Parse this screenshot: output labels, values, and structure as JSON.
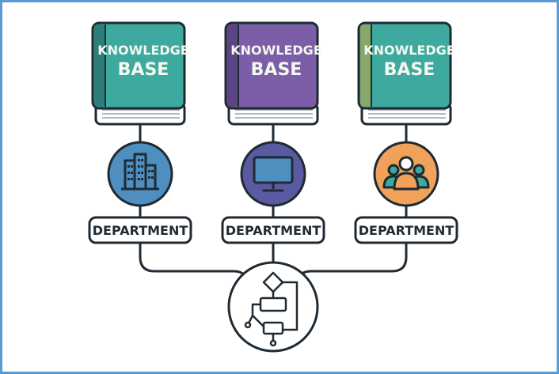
{
  "colors": {
    "border": "#5b9bd5",
    "ink": "#1f2a33",
    "teal": "#3ea99f",
    "purple": "#7b5ea7",
    "blue": "#4f8fc0",
    "indigo": "#5a5aa0",
    "orange": "#f0a25a"
  },
  "books": [
    {
      "line1": "KNOWLEDGE",
      "line2": "BASE",
      "color": "#3ea99f",
      "spine": "#2c7f78"
    },
    {
      "line1": "KNOWLEDGE",
      "line2": "BASE",
      "color": "#7b5ea7",
      "spine": "#5d4585"
    },
    {
      "line1": "KNOWLEDGE",
      "line2": "BASE",
      "color": "#3ea99f",
      "spine": "#86a86b"
    }
  ],
  "departments": [
    {
      "label": "DEPARTMENT",
      "icon": "building-icon",
      "color": "#4f8fc0"
    },
    {
      "label": "DEPARTMENT",
      "icon": "monitor-icon",
      "color": "#5a5aa0"
    },
    {
      "label": "DEPARTMENT",
      "icon": "people-icon",
      "color": "#f0a25a"
    }
  ],
  "hub": {
    "icon": "workflow-icon"
  }
}
